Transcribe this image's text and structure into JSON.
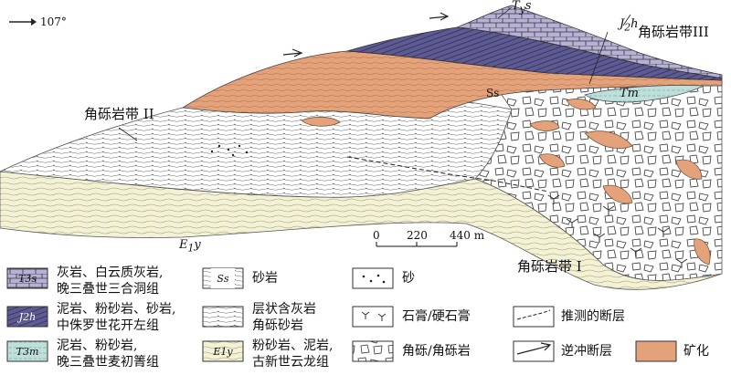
{
  "orientation": {
    "label": "107°"
  },
  "units": {
    "Tys": "T",
    "Tys_sub": "y",
    "Tys_tail": "s",
    "J2h": "J",
    "J2h_sub": "2",
    "J2h_tail": "h",
    "Tm": "T",
    "Tm_sub": "",
    "Tm_tail": "m",
    "Ss": "Ss",
    "E1y": "E",
    "E1y_sub": "1",
    "E1y_tail": "y"
  },
  "zones": {
    "zone2": "角砾岩带 II",
    "zone3": "角砾岩带III",
    "zone1": "角砾岩带 I"
  },
  "scale": {
    "t0": "0",
    "t1": "220",
    "t2": "440 m"
  },
  "legend": {
    "t3s": {
      "code": "T3s",
      "line1": "灰岩、白云质灰岩,",
      "line2": "晚三叠世三合洞组"
    },
    "j2h": {
      "code": "J2h",
      "line1": "泥岩、粉砂岩、砂岩,",
      "line2": "中侏罗世花开左组"
    },
    "t3m": {
      "code": "T3m",
      "line1": "泥岩、粉砂岩,",
      "line2": "晚三叠世麦初箐组"
    },
    "e1y": {
      "code": "E1y",
      "line1": "粉砂岩、泥岩,",
      "line2": "古新世云龙组"
    },
    "ss": {
      "code": "Ss",
      "label": "砂岩"
    },
    "layered": {
      "line1": "层状含灰岩",
      "line2": "角砾砂岩"
    },
    "sand": {
      "label": "砂"
    },
    "gypsum": {
      "label": "石膏/硬石膏"
    },
    "breccia": {
      "label": "角砾/角砾岩"
    },
    "inferred_fault": {
      "label": "推测的断层"
    },
    "thrust_fault": {
      "label": "逆冲断层"
    },
    "ore": {
      "label": "矿化"
    }
  },
  "colors": {
    "ore": "#E3A27A",
    "jurassic": "#5E5B93",
    "triassic_limestone": "#B7B1D8",
    "tm": "#BFE0DA",
    "e1y": "#F4F2D6",
    "line": "#444444"
  }
}
